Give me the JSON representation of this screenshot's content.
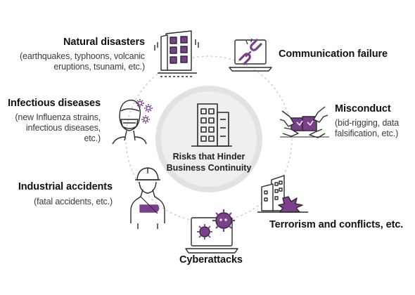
{
  "center": {
    "line1": "Risks that Hinder",
    "line2": "Business Continuity"
  },
  "risks": {
    "natural_disasters": {
      "title": "Natural disasters",
      "sub1": "(earthquakes, typhoons, volcanic",
      "sub2": "eruptions, tsunami, etc.)"
    },
    "communication_failure": {
      "title": "Communication failure"
    },
    "infectious_diseases": {
      "title": "Infectious diseases",
      "sub1": "(new Influenza strains,",
      "sub2": "infectious diseases,",
      "sub3": "etc.)"
    },
    "misconduct": {
      "title": "Misconduct",
      "sub1": "(bid-rigging, data",
      "sub2": "falsification, etc.)"
    },
    "industrial_accidents": {
      "title": "Industrial accidents",
      "sub1": "(fatal accidents, etc.)"
    },
    "terrorism": {
      "title": "Terrorism and conflicts, etc."
    },
    "cyberattacks": {
      "title": "Cyberattacks"
    }
  },
  "colors": {
    "accent": "#7b3f8c",
    "line": "#2b2b2b",
    "ring": "#d8d8d8",
    "center_fill": "#ededed"
  },
  "icons": [
    "building-damaged-icon",
    "broken-chain-laptop-icon",
    "masked-person-virus-icon",
    "hands-boxes-icon",
    "injured-worker-icon",
    "building-explosion-icon",
    "laptop-virus-icon",
    "office-building-icon"
  ]
}
